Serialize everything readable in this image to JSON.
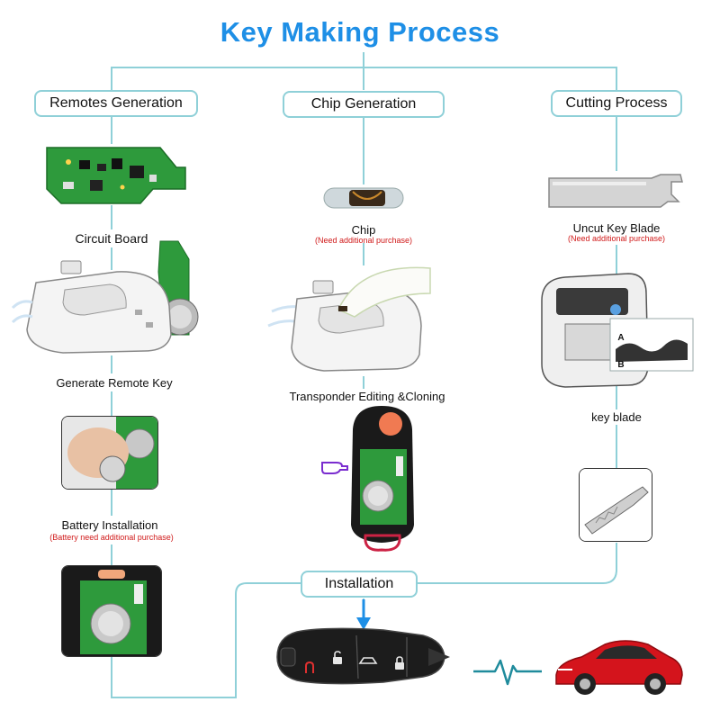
{
  "title": "Key Making Process",
  "columns": {
    "remotes": "Remotes Generation",
    "chip": "Chip Generation",
    "cutting": "Cutting Process"
  },
  "labels": {
    "circuit_board": "Circuit Board",
    "generate_remote": "Generate Remote Key",
    "battery_installation": "Battery Installation",
    "battery_note": "(Battery need additional purchase)",
    "chip": "Chip",
    "chip_note": "(Need additional purchase)",
    "transponder": "Transponder Editing &Cloning",
    "uncut_blade": "Uncut Key  Blade",
    "uncut_note": "(Need additional purchase)",
    "key_blade": "key blade",
    "installation": "Installation",
    "blade_mark_a": "A",
    "blade_mark_b": "B"
  },
  "colors": {
    "title": "#1e8fe6",
    "wire": "#8fd0d8",
    "note": "#d01a1a",
    "arrow": "#1e8fe6",
    "pcb": "#2e9a3c",
    "car": "#d4141c"
  },
  "icons": [
    "pointing-hand-icon",
    "lock-icon",
    "unlock-icon",
    "trunk-icon",
    "panic-icon",
    "heartbeat-icon"
  ]
}
